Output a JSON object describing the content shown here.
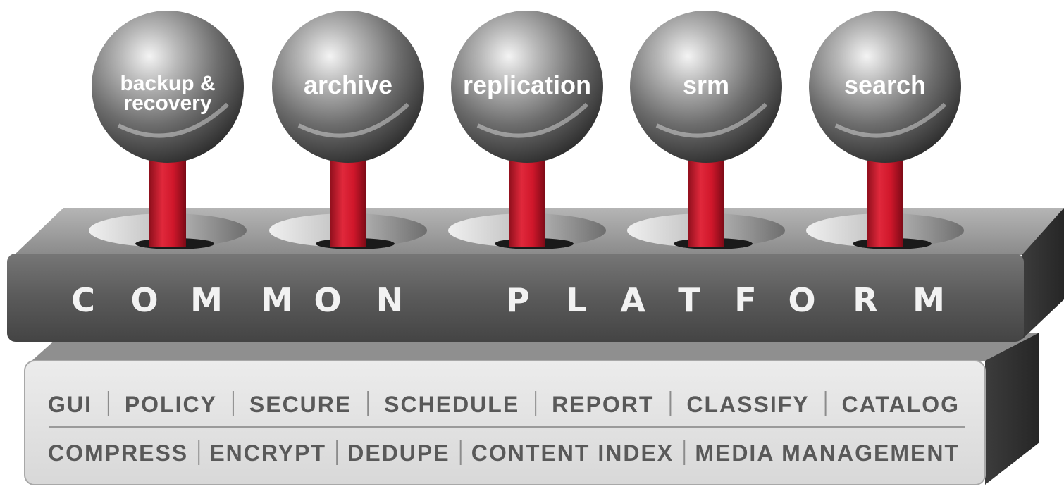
{
  "spheres": [
    {
      "lines": [
        "backup &",
        "recovery"
      ]
    },
    {
      "lines": [
        "archive"
      ]
    },
    {
      "lines": [
        "replication"
      ]
    },
    {
      "lines": [
        "srm"
      ]
    },
    {
      "lines": [
        "search"
      ]
    }
  ],
  "platform": {
    "letters": [
      "C",
      "O",
      "M",
      "M",
      "O",
      "N",
      "P",
      "L",
      "A",
      "T",
      "F",
      "O",
      "R",
      "M"
    ]
  },
  "features": {
    "row1": [
      "GUI",
      "POLICY",
      "SECURE",
      "SCHEDULE",
      "REPORT",
      "CLASSIFY",
      "CATALOG"
    ],
    "row2": [
      "COMPRESS",
      "ENCRYPT",
      "DEDUPE",
      "CONTENT INDEX",
      "MEDIA MANAGEMENT"
    ]
  },
  "colors": {
    "sphere_dark": "#3a3a3a",
    "sphere_light": "#d9d9d9",
    "stem_red": "#d0172b",
    "platform_top": "#9a9a9a",
    "platform_front": "#5a5a5a",
    "panel_bg": "#e3e3e3",
    "feature_text": "#595959"
  }
}
